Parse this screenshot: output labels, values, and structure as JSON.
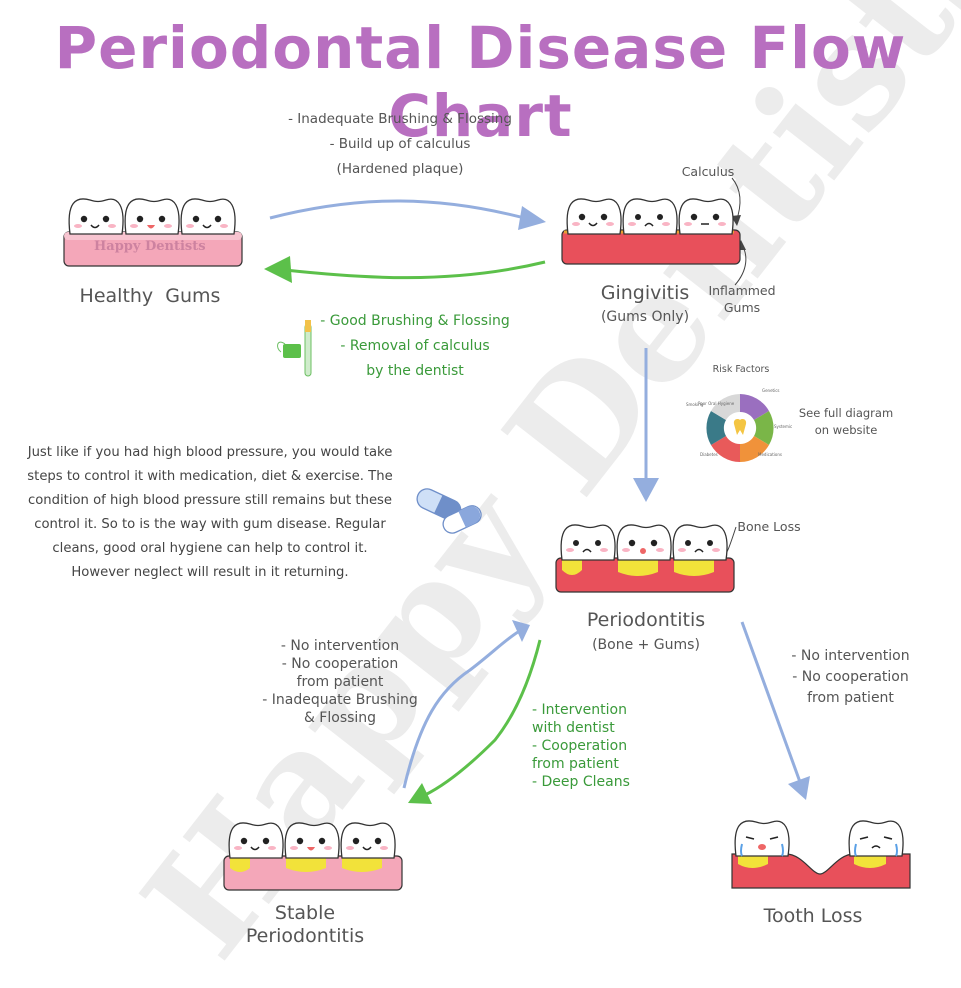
{
  "title": "Periodontal Disease Flow Chart",
  "watermark": "Happy Dentists",
  "nodes": {
    "healthy": {
      "label": "Healthy  Gums",
      "badge": "Happy Dentists"
    },
    "gingivitis": {
      "label": "Gingivitis",
      "sub": "(Gums Only)",
      "callout_calculus": "Calculus",
      "callout_inflamed_1": "Inflammed",
      "callout_inflamed_2": "Gums"
    },
    "periodontitis": {
      "label": "Periodontitis",
      "sub": "(Bone + Gums)",
      "callout_bone": "Bone Loss"
    },
    "stable": {
      "label_1": "Stable",
      "label_2": "Periodontitis"
    },
    "tooth_loss": {
      "label": "Tooth Loss"
    }
  },
  "transitions": {
    "healthy_to_gingivitis": [
      "- Inadequate Brushing & Flossing",
      "- Build up of calculus",
      "(Hardened plaque)"
    ],
    "gingivitis_to_healthy": [
      "- Good Brushing & Flossing",
      "- Removal of calculus",
      "by the dentist"
    ],
    "stable_to_periodontitis": [
      "- No intervention",
      "- No cooperation",
      "from patient",
      "- Inadequate Brushing",
      "& Flossing"
    ],
    "periodontitis_to_stable": [
      "- Intervention",
      "with dentist",
      "- Cooperation",
      "from patient",
      "- Deep Cleans"
    ],
    "periodontitis_to_tooth_loss": [
      "- No intervention",
      "- No cooperation",
      "from patient"
    ]
  },
  "risk_factors": {
    "title": "Risk Factors",
    "note_1": "See full diagram",
    "note_2": "on website",
    "segments": [
      "Poor Oral Hygiene",
      "Genetics",
      "Smoking",
      "Systemic",
      "Diabetes",
      "Medications"
    ]
  },
  "paragraph": [
    "Just like if you had high blood pressure, you would take",
    "steps to control it with medication, diet & exercise. The",
    "condition of high blood pressure still remains but these",
    "control it. So to is the way with gum disease. Regular",
    "cleans, good oral hygiene can help to control it.",
    "However neglect will result in it returning."
  ],
  "colors": {
    "title": "#b86fc0",
    "arrow_blue": "#94aede",
    "arrow_green": "#5cc04a",
    "green_text": "#3a9a3a",
    "gum_healthy": "#f4a7b9",
    "gum_inflamed": "#e8505b",
    "bone_yellow": "#f2e23a"
  }
}
